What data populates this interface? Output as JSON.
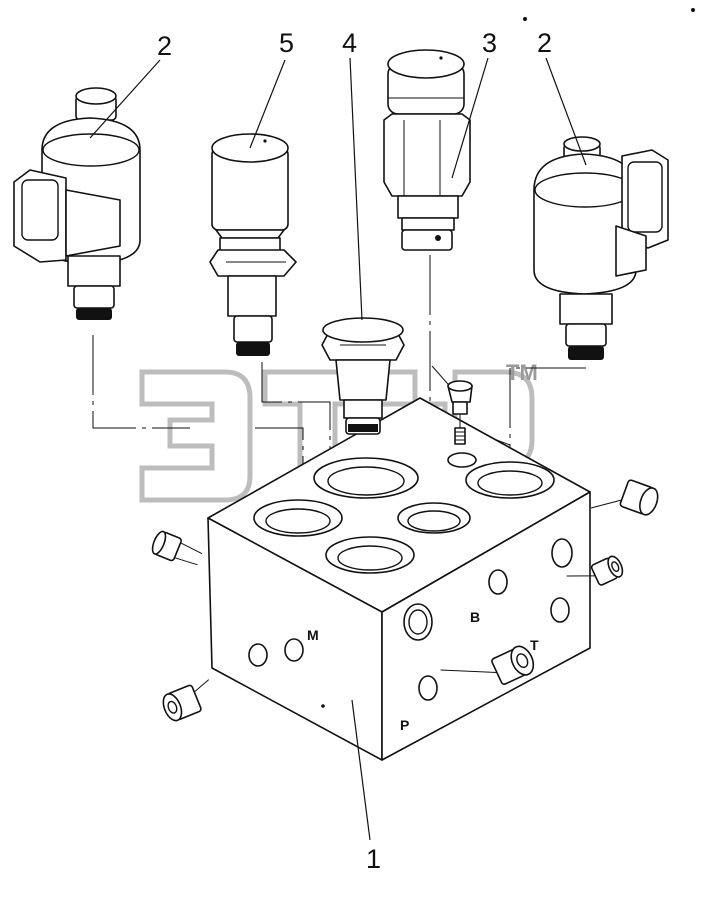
{
  "callouts": {
    "c1": "1",
    "c2_left": "2",
    "c2_right": "2",
    "c3": "3",
    "c4": "4",
    "c5": "5"
  },
  "ports": {
    "m": "M",
    "b": "B",
    "t": "T",
    "p": "P"
  },
  "watermark": {
    "tm": "TM"
  }
}
